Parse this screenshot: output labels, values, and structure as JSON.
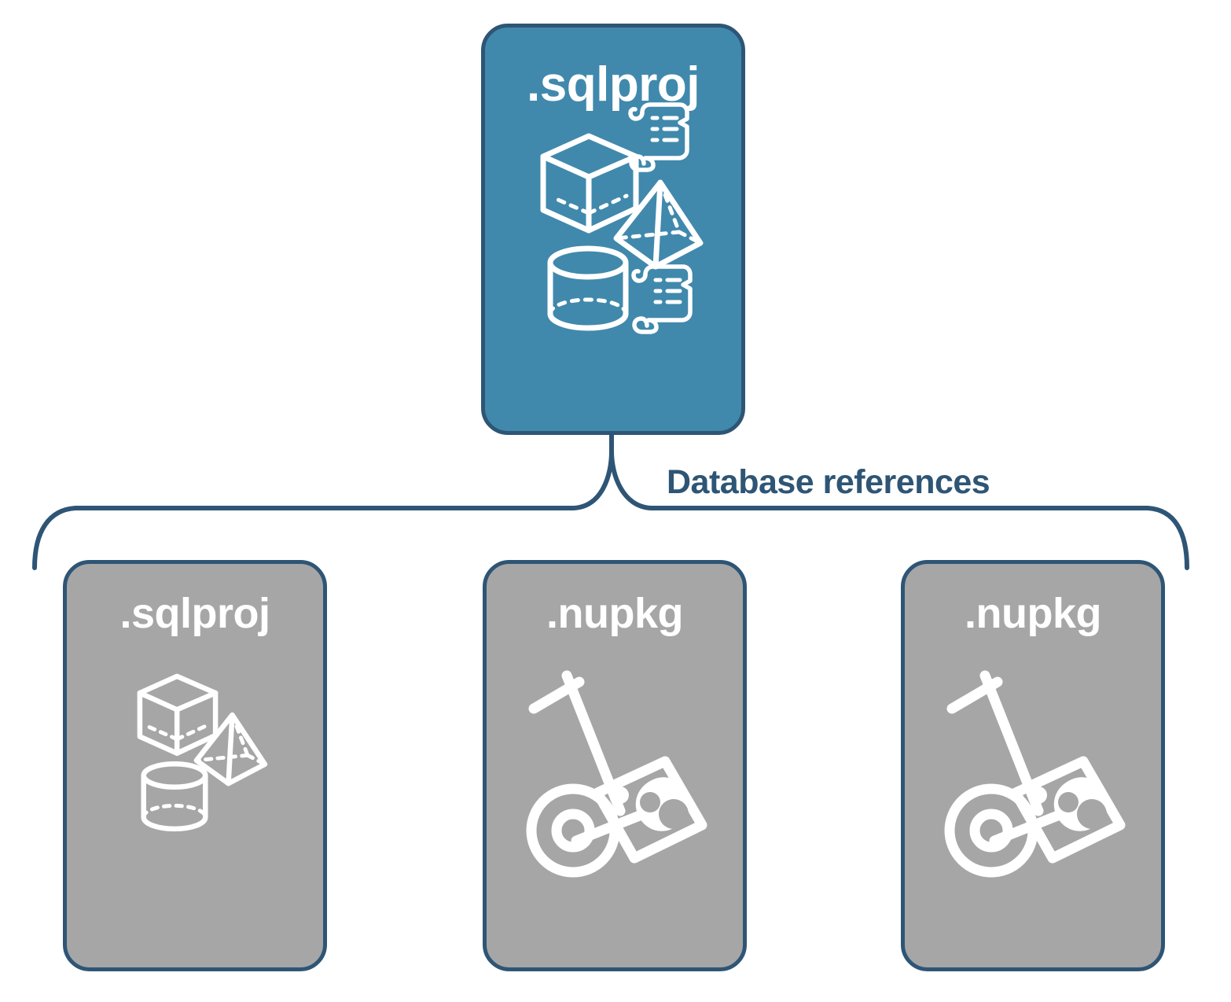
{
  "diagram": {
    "title": "Database references",
    "colors": {
      "primary_blue": "#4089AC",
      "neutral_gray": "#A6A6A6",
      "outline_navy": "#2E5575",
      "icon_white": "#FFFFFF",
      "background": "#FFFFFF"
    },
    "connector": {
      "type": "curly-brace",
      "label": "Database references"
    },
    "root": {
      "label": ".sqlproj",
      "fill": "blue",
      "icons": [
        "cube-wireframe-icon",
        "scroll-script-icon",
        "pyramid-wireframe-icon",
        "cylinder-wireframe-icon",
        "scroll-script-icon"
      ]
    },
    "references": [
      {
        "label": ".sqlproj",
        "fill": "gray",
        "icons": [
          "cube-wireframe-icon",
          "pyramid-wireframe-icon",
          "cylinder-wireframe-icon"
        ]
      },
      {
        "label": ".nupkg",
        "fill": "gray",
        "icons": [
          "hand-truck-package-icon"
        ]
      },
      {
        "label": ".nupkg",
        "fill": "gray",
        "icons": [
          "hand-truck-package-icon"
        ]
      }
    ]
  }
}
